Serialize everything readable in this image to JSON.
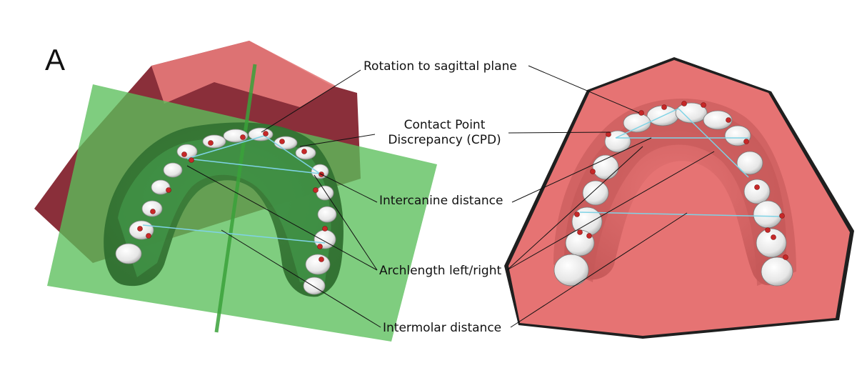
{
  "panel_label": "A",
  "annotations": {
    "rotation": "Rotation to sagittal plane",
    "cpd_line1": "Contact Point",
    "cpd_line2": "Discrepancy (CPD)",
    "intercanine": "Intercanine distance",
    "archlength": "Archlength left/right",
    "intermolar": "Intermolar distance"
  },
  "colors": {
    "base_red": "#e67373",
    "base_red_dark": "#8a2f3a",
    "plane_green": "#4caf50",
    "model_green": "#3f8f3f",
    "tooth_white": "#f2f2f2",
    "landmark_red": "#c62828",
    "measure_line": "#7fd3e6"
  }
}
